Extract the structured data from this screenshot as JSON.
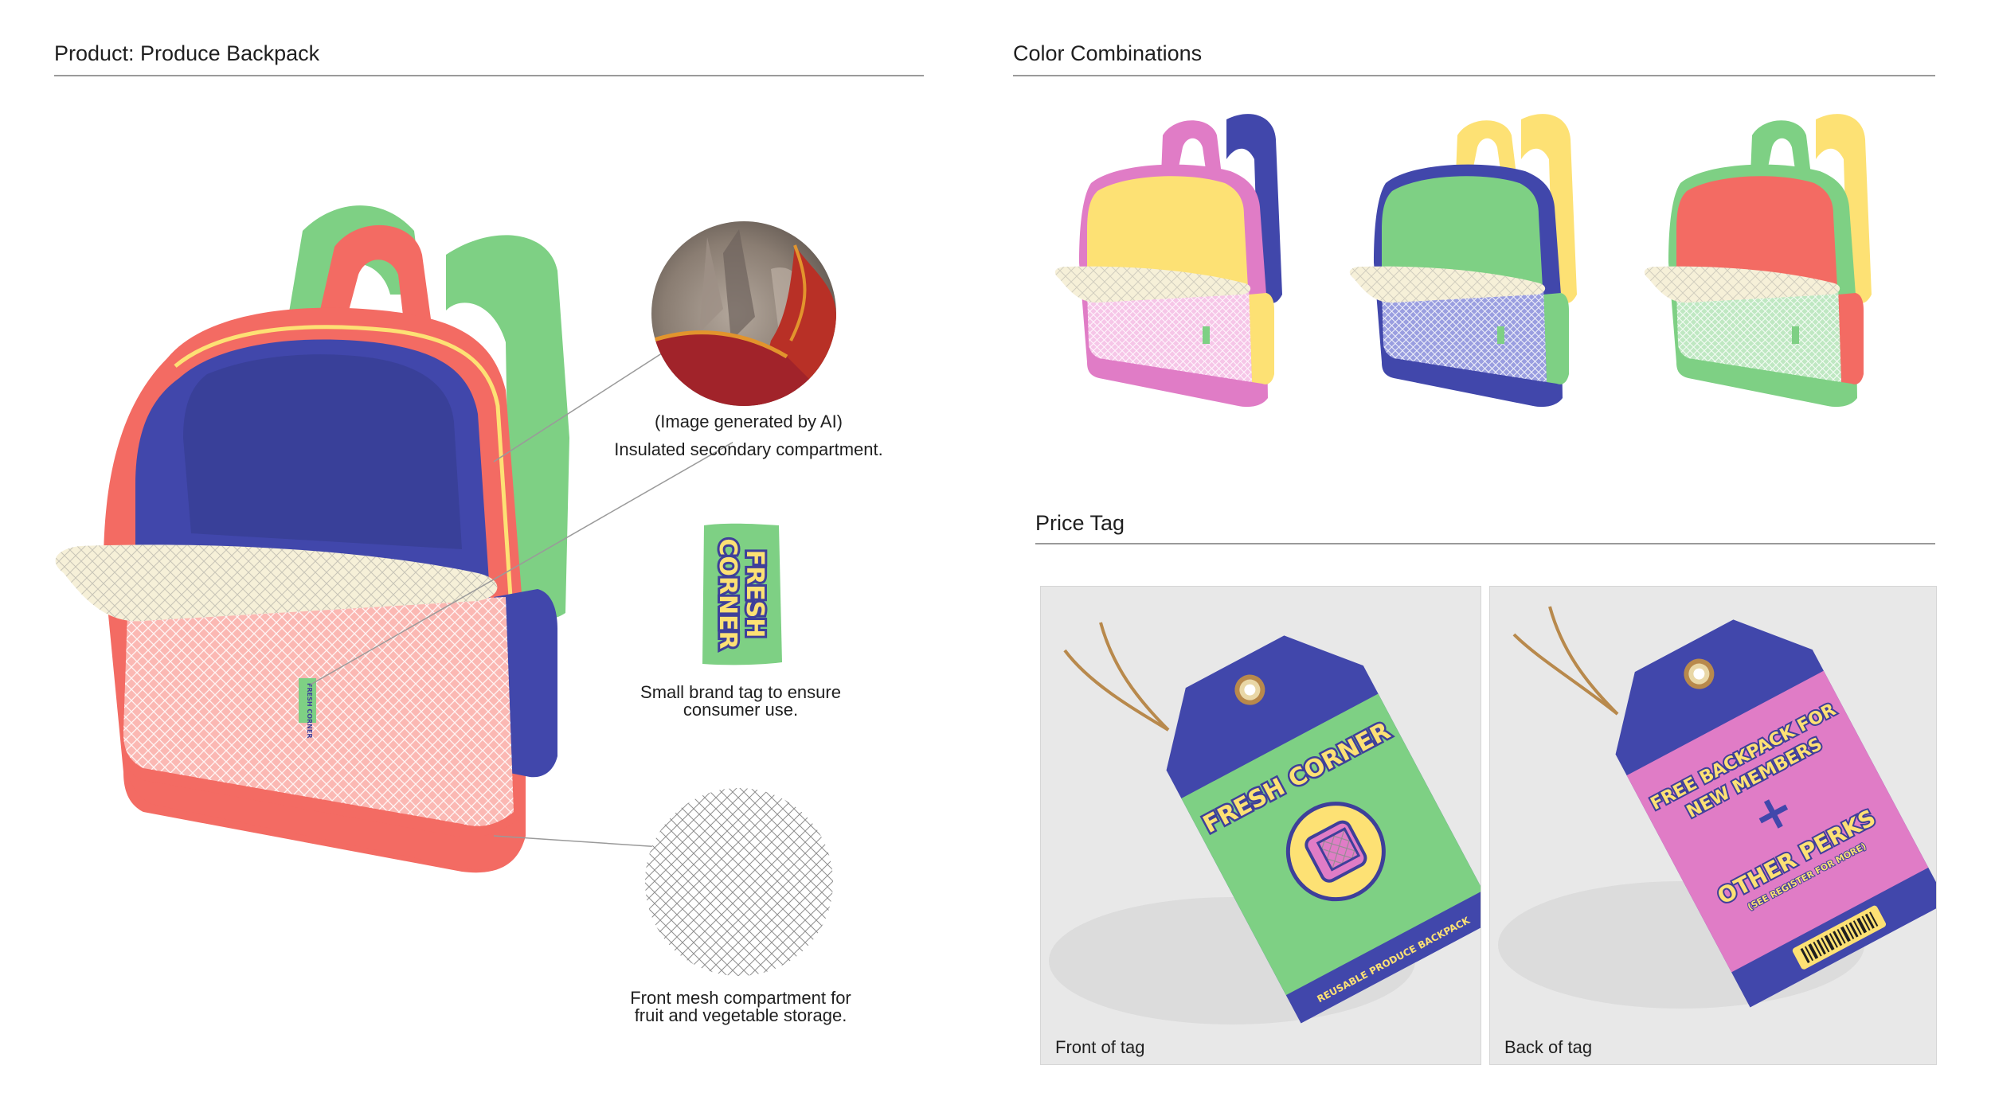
{
  "sections": {
    "product_title": "Product: Produce Backpack",
    "colors_title": "Color Combinations",
    "price_tag_title": "Price Tag"
  },
  "callouts": {
    "compartment_line1": "(Image generated by AI)",
    "compartment_line2": "Insulated secondary compartment.",
    "brand_tag_line1": "Small brand tag to ensure",
    "brand_tag_line2": "consumer use.",
    "mesh_line1": "Front mesh compartment for",
    "mesh_line2": "fruit and vegetable storage."
  },
  "brand": {
    "line1": "FRESH",
    "line2": "CORNER",
    "name": "FRESH CORNER"
  },
  "tags": {
    "front_label": "Front of tag",
    "back_label": "Back of tag",
    "front_band_text": "REUSABLE PRODUCE BACKPACK",
    "back_line1": "FREE BACKPACK FOR",
    "back_line2": "NEW MEMBERS",
    "back_plus": "+",
    "back_line3": "OTHER PERKS",
    "back_line4": "(SEE REGISTER FOR MORE)"
  },
  "palette": {
    "coral": "#f36b63",
    "navy": "#4147ab",
    "green": "#7ed084",
    "yellow": "#fde174",
    "pink": "#e07cc6"
  },
  "color_combinations": [
    {
      "body": "#fde174",
      "trim": "#e07cc6",
      "straps": "#4147ab"
    },
    {
      "body": "#7ed084",
      "trim": "#4147ab",
      "straps": "#fde174"
    },
    {
      "body": "#f36b63",
      "trim": "#7ed084",
      "straps": "#fde174"
    }
  ]
}
